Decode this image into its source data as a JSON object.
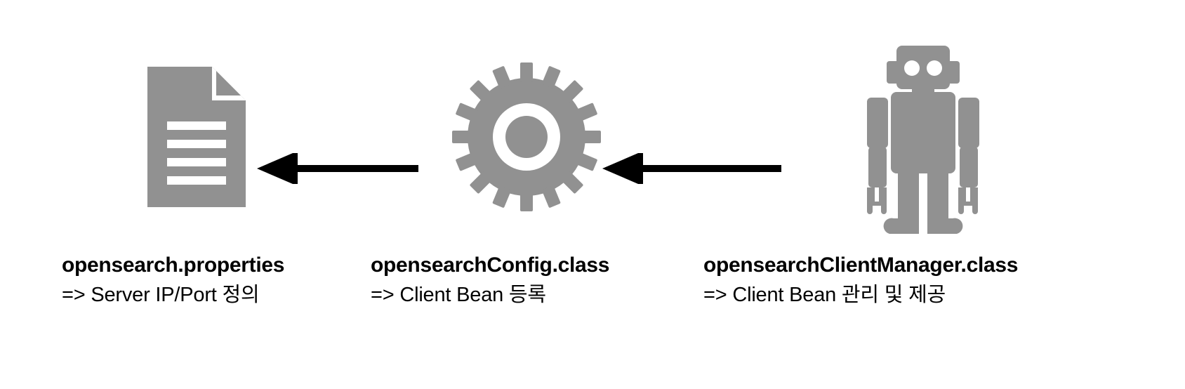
{
  "diagram": {
    "type": "flow-diagram",
    "background_color": "#ffffff",
    "icon_color": "#919191",
    "arrow_color": "#000000",
    "direction": "right-to-left",
    "nodes": [
      {
        "id": "properties",
        "icon": "document-icon",
        "title": "opensearch.properties",
        "subtitle": "=> Server IP/Port 정의"
      },
      {
        "id": "config",
        "icon": "gear-icon",
        "title": "opensearchConfig.class",
        "subtitle": "=> Client Bean 등록"
      },
      {
        "id": "manager",
        "icon": "robot-icon",
        "title": "opensearchClientManager.class",
        "subtitle": "=> Client Bean 관리 및 제공"
      }
    ],
    "arrows": [
      {
        "id": "arrow-config-to-properties",
        "from": "config",
        "to": "properties",
        "direction": "left"
      },
      {
        "id": "arrow-manager-to-config",
        "from": "manager",
        "to": "config",
        "direction": "left"
      }
    ]
  }
}
